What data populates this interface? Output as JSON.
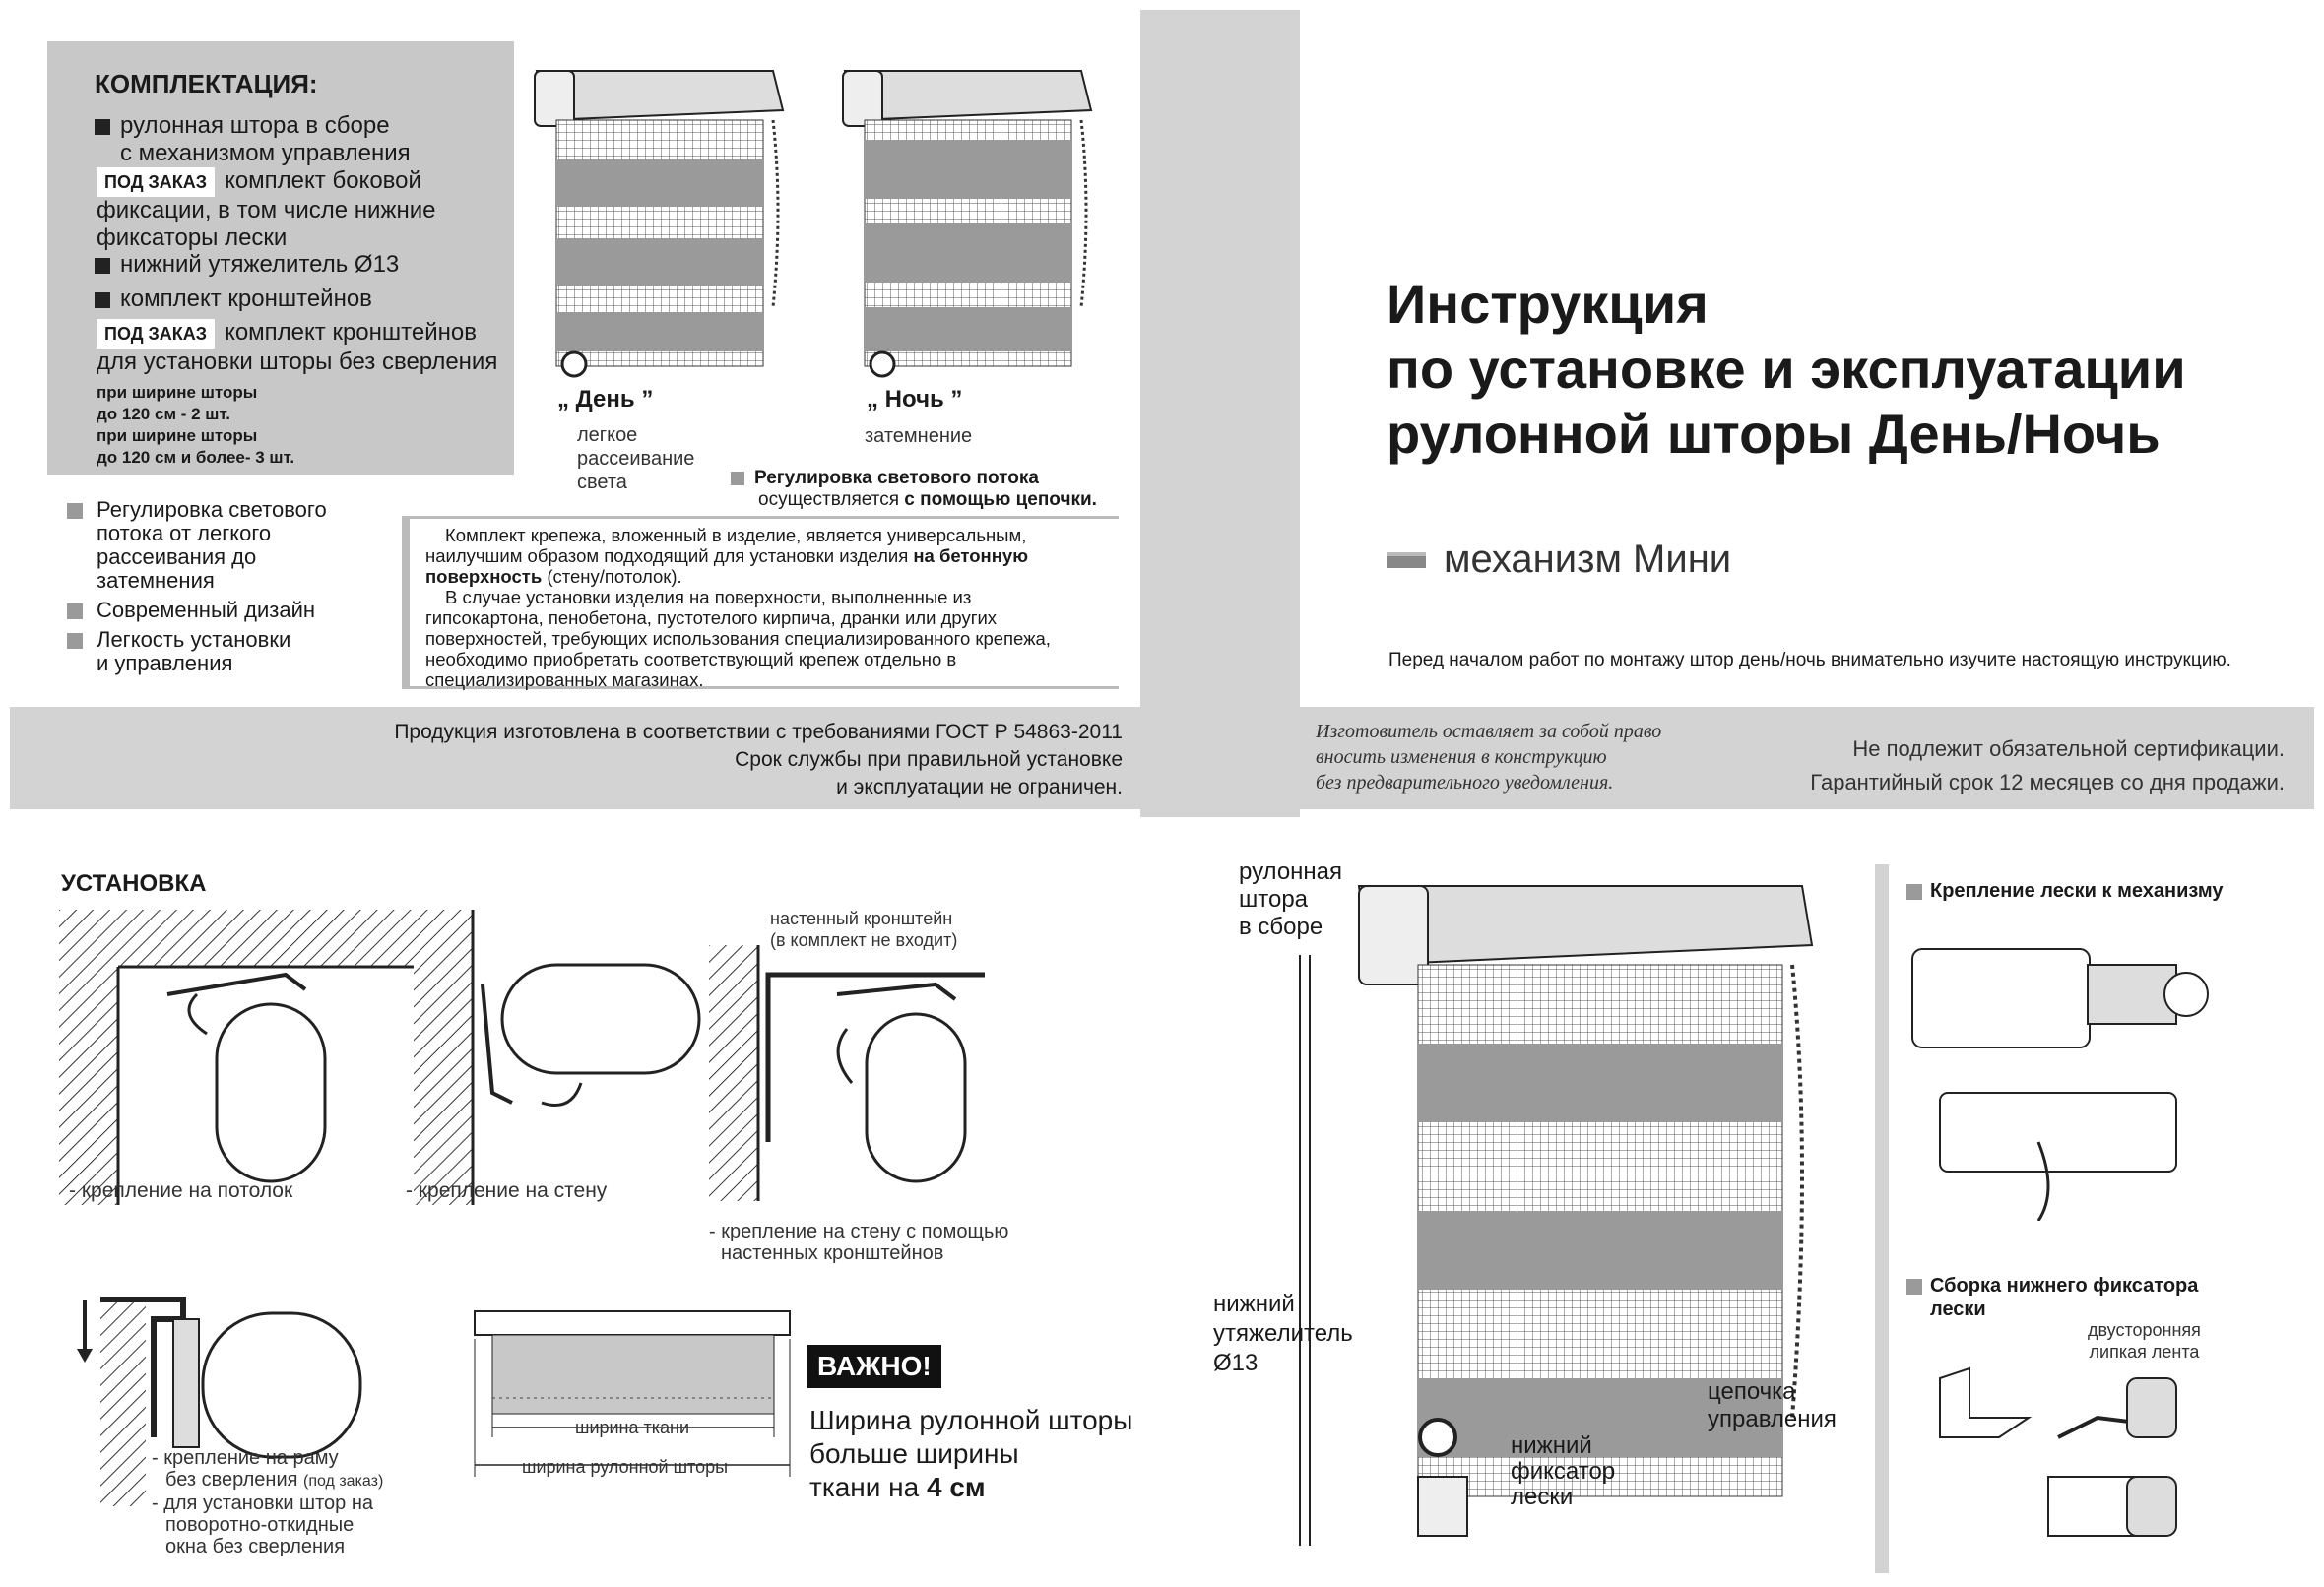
{
  "kit": {
    "title": "КОМПЛЕКТАЦИЯ:",
    "item1_l1": "рулонная штора в сборе",
    "item1_l2": "с механизмом управления",
    "badge": "ПОД ЗАКАЗ",
    "item2_l1": "комплект боковой",
    "item2_l2": "фиксации, в том числе нижние",
    "item2_l3": "фиксаторы лески",
    "item3": "нижний утяжелитель Ø13",
    "item4": "комплект кронштейнов",
    "item5_l1": "комплект кронштейнов",
    "item5_l2": "для установки шторы без сверления",
    "note1_l1": "при ширине шторы",
    "note1_l2": "до 120 см - 2 шт.",
    "note2_l1": "при ширине шторы",
    "note2_l2": "до 120 см и более- 3 шт."
  },
  "features": {
    "f1_l1": "Регулировка светового",
    "f1_l2": "потока от легкого",
    "f1_l3": "рассеивания до",
    "f1_l4": "затемнения",
    "f2": "Современный дизайн",
    "f3_l1": "Легкость установки",
    "f3_l2": "и управления"
  },
  "modes": {
    "day_title": "„ День ”",
    "day_l1": "легкое",
    "day_l2": "рассеивание",
    "day_l3": "света",
    "night_title": "„ Ночь ”",
    "night_l1": "затемнение",
    "reg_l1": "Регулировка светового потока",
    "reg_l2a": "осуществляется ",
    "reg_l2b": "с помощью цепочки."
  },
  "mount_note": {
    "p1_l1": "Комплект крепежа, вложенный в изделие, является универсальным,",
    "p1_l2a": "наилучшим образом подходящий для установки изделия ",
    "p1_l2b": "на бетонную",
    "p1_l3a": "поверхность",
    "p1_l3b": " (стену/потолок).",
    "p2_l1": "В случае установки изделия на поверхности, выполненные из",
    "p2_l2": "гипсокартона, пенобетона, пустотелого кирпича, дранки или других",
    "p2_l3": "поверхностей, требующих использования специализированного крепежа,",
    "p2_l4": "необходимо приобретать соответствующий крепеж отдельно в",
    "p2_l5": "специализированных магазинах."
  },
  "footer_left": {
    "l1": "Продукция изготовлена в соответствии с требованиями ГОСТ Р 54863-2011",
    "l2": "Срок службы при правильной установке",
    "l3": "и эксплуатации не ограничен."
  },
  "cover": {
    "title_l1": "Инструкция",
    "title_l2": "по установке и эксплуатации",
    "title_l3": "рулонной шторы  День/Ночь",
    "mechanism": "механизм Мини",
    "notice": "Перед началом работ по монтажу штор день/ночь внимательно изучите настоящую инструкцию."
  },
  "footer_right": {
    "it_l1": "Изготовитель оставляет за собой право",
    "it_l2": "вносить изменения в конструкцию",
    "it_l3": "без предварительного уведомления.",
    "r1": "Не подлежит обязательной сертификации.",
    "r2": "Гарантийный срок 12 месяцев со дня продажи."
  },
  "install": {
    "title": "УСТАНОВКА",
    "ceiling": "- крепление на потолок",
    "wall": "- крепление на стену",
    "bracket_top_l1": "настенный кронштейн",
    "bracket_top_l2": "(в комплект не входит)",
    "bracket_l1": "- крепление на стену с помощью",
    "bracket_l2": "настенных кронштейнов",
    "frame_l1": "- крепление на раму",
    "frame_l2a": "без сверления ",
    "frame_l2b": "(под заказ)",
    "frame_l3": "- для установки штор на",
    "frame_l4": "поворотно-откидные",
    "frame_l5": "окна без сверления",
    "fabric_width": "ширина ткани",
    "blind_width": "ширина рулонной шторы",
    "important": "ВАЖНО!",
    "imp_l1": "Ширина рулонной шторы",
    "imp_l2": "больше  ширины",
    "imp_l3a": "ткани на ",
    "imp_l3b": "4 см"
  },
  "parts": {
    "roll_l1": "рулонная",
    "roll_l2": "штора",
    "roll_l3": "в сборе",
    "weight_l1": "нижний",
    "weight_l2": "утяжелитель",
    "weight_l3": "Ø13",
    "chain_l1": "цепочка",
    "chain_l2": "управления",
    "fix_l1": "нижний",
    "fix_l2": "фиксатор",
    "fix_l3": "лески"
  },
  "side": {
    "h1": "Крепление лески к механизму",
    "h2_l1": "Сборка нижнего фиксатора",
    "h2_l2": "лески",
    "tape_l1": "двусторонняя",
    "tape_l2": "липкая лента"
  }
}
